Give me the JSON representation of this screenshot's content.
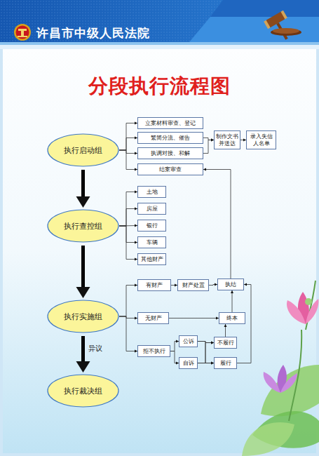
{
  "diagram": {
    "title": "分段执行流程图",
    "nodes": [
      {
        "text": [
          "执行启动组"
        ]
      },
      {
        "text": [
          "立案材料审查、登记"
        ]
      },
      {
        "text": [
          "繁简分流、催告"
        ]
      },
      {
        "text": [
          "执调对接、和解"
        ]
      },
      {
        "text": [
          "结案审查"
        ]
      },
      {
        "text": [
          "制作文书并送达"
        ]
      },
      {
        "text": [
          "录入失信人名单"
        ]
      },
      {
        "text": [
          "执行查控组"
        ]
      },
      {
        "text": [
          "土地"
        ]
      },
      {
        "text": [
          "房屋"
        ]
      },
      {
        "text": [
          "银行"
        ]
      },
      {
        "text": [
          "车辆"
        ]
      },
      {
        "text": [
          "其他财产"
        ]
      },
      {
        "text": [
          "执行实施组"
        ]
      },
      {
        "text": [
          "有财产"
        ]
      },
      {
        "text": [
          "财产处置"
        ]
      },
      {
        "text": [
          "执结"
        ]
      },
      {
        "text": [
          "无财产"
        ]
      },
      {
        "text": [
          "终本"
        ]
      },
      {
        "text": [
          "拒不执行"
        ]
      },
      {
        "text": [
          "公诉"
        ]
      },
      {
        "text": [
          "自诉"
        ]
      },
      {
        "text": [
          "不履行"
        ]
      },
      {
        "text": [
          "履行"
        ]
      },
      {
        "text": [
          "执行裁决组"
        ]
      }
    ],
    "edges": [
      {
        "from": 0,
        "to": 7,
        "arrow": "to"
      },
      {
        "from": 7,
        "to": 13,
        "arrow": "to"
      },
      {
        "from": 13,
        "to": 24,
        "label": "异议",
        "arrow": "to"
      },
      {
        "from": 0,
        "to": 1,
        "arrow": "to"
      },
      {
        "from": 0,
        "to": 2,
        "arrow": "to"
      },
      {
        "from": 0,
        "to": 3,
        "arrow": "to"
      },
      {
        "from": 0,
        "to": 4,
        "arrow": "to"
      },
      {
        "from": 2,
        "to": 5,
        "arrow": "to"
      },
      {
        "from": 3,
        "to": 5,
        "arrow": "to"
      },
      {
        "from": 5,
        "to": 6,
        "arrow": "to"
      },
      {
        "from": 7,
        "to": 8,
        "arrow": "to"
      },
      {
        "from": 7,
        "to": 9,
        "arrow": "to"
      },
      {
        "from": 7,
        "to": 10,
        "arrow": "to"
      },
      {
        "from": 7,
        "to": 11,
        "arrow": "to"
      },
      {
        "from": 7,
        "to": 12,
        "arrow": "to"
      },
      {
        "from": 13,
        "to": 14,
        "arrow": "to"
      },
      {
        "from": 13,
        "to": 17,
        "arrow": "to"
      },
      {
        "from": 13,
        "to": 19,
        "arrow": "to"
      },
      {
        "from": 14,
        "to": 15,
        "arrow": "to"
      },
      {
        "from": 15,
        "to": 16,
        "arrow": "to"
      },
      {
        "from": 17,
        "to": 18,
        "arrow": "to"
      },
      {
        "from": 19,
        "to": 20,
        "arrow": "to"
      },
      {
        "from": 19,
        "to": 21,
        "arrow": "to"
      },
      {
        "from": 20,
        "to": 22,
        "arrow": "to"
      },
      {
        "from": 20,
        "to": 23,
        "arrow": "to"
      },
      {
        "from": 21,
        "to": 22,
        "arrow": "to"
      },
      {
        "from": 21,
        "to": 23,
        "arrow": "to"
      },
      {
        "from": 22,
        "to": 18,
        "arrow": "to"
      },
      {
        "from": 18,
        "to": 16,
        "arrow": "to"
      },
      {
        "from": 23,
        "to": 16,
        "arrow": "to"
      },
      {
        "from": 16,
        "to": 4,
        "arrow": "to"
      }
    ],
    "labels": [
      "许昌市中级人民法院"
    ]
  }
}
